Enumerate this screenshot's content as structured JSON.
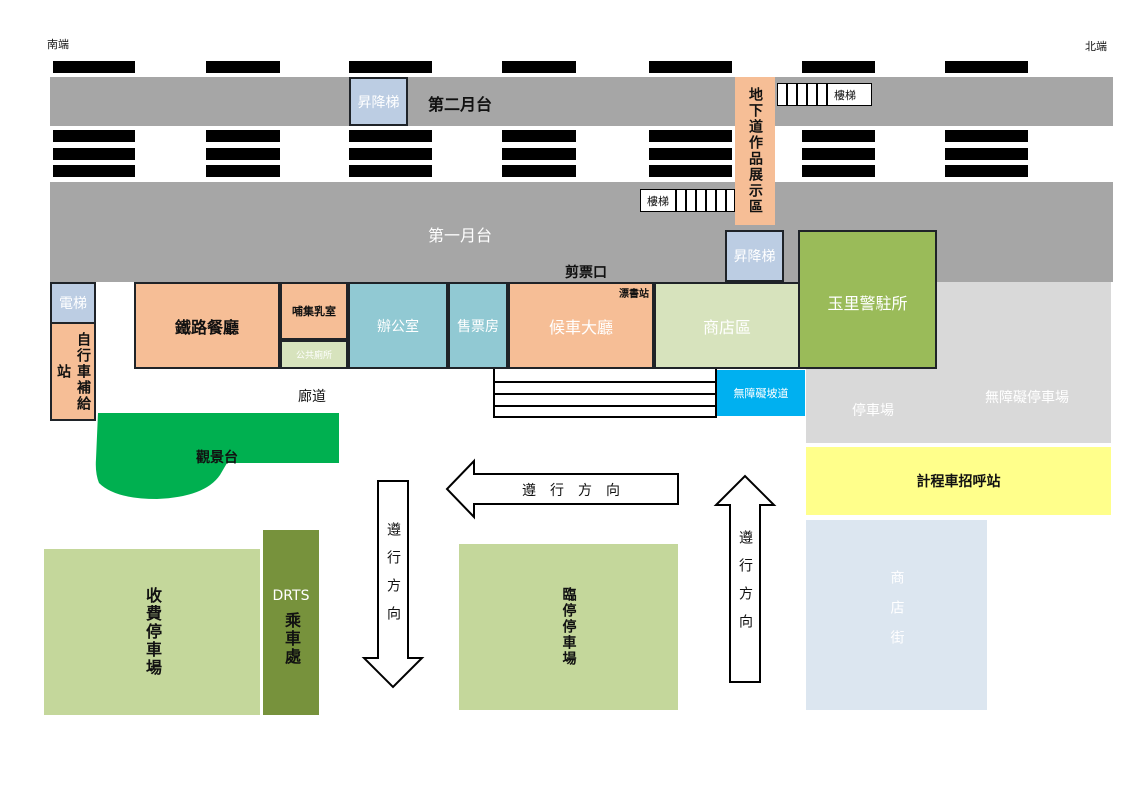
{
  "ends": {
    "south": "南端",
    "north": "北端"
  },
  "platforms": {
    "second": "第二月台",
    "first": "第一月台"
  },
  "elevators": {
    "top": "昇降梯",
    "mid": "昇降梯",
    "left": "電梯"
  },
  "stairs": {
    "top": "樓梯",
    "mid": "樓梯"
  },
  "underpass_gallery": "地下道作品展示區",
  "ticket_gate": "剪票口",
  "rooms": {
    "railway_restaurant": "鐵路餐廳",
    "nursing_room": "哺集乳室",
    "public_toilet": "公共廁所",
    "office": "辦公室",
    "ticket_office": "售票房",
    "waiting_hall": "候車大廳",
    "bookstation": "漂書站",
    "shop_area": "商店區",
    "police": "玉里警駐所"
  },
  "bike_station": "自行車補給站",
  "corridor": "廊道",
  "barrier_free_ramp": "無障礙坡道",
  "parking": "停車場",
  "accessible_parking": "無障礙停車場",
  "taxi": "計程車招呼站",
  "observation_deck": "觀景台",
  "direction": "遵行方向",
  "paid_parking": "收費停車場",
  "drts": {
    "code": "DRTS",
    "label": "乘車處"
  },
  "temp_parking": "臨停停車場",
  "shop_street": "商店街",
  "colors": {
    "platform": "#a6a6a6",
    "orange": "#f6be96",
    "blue": "#bccde3",
    "teal": "#91c9d3",
    "light_green": "#d7e3bd",
    "green": "#9abb59",
    "dark_green": "#77923c",
    "bright_green": "#00b050",
    "yellow": "#ffff8b",
    "cyan": "#00b0f0",
    "light_gray": "#d9d9d9",
    "pale_blue": "#dce6f0",
    "sage": "#c4d79b"
  }
}
